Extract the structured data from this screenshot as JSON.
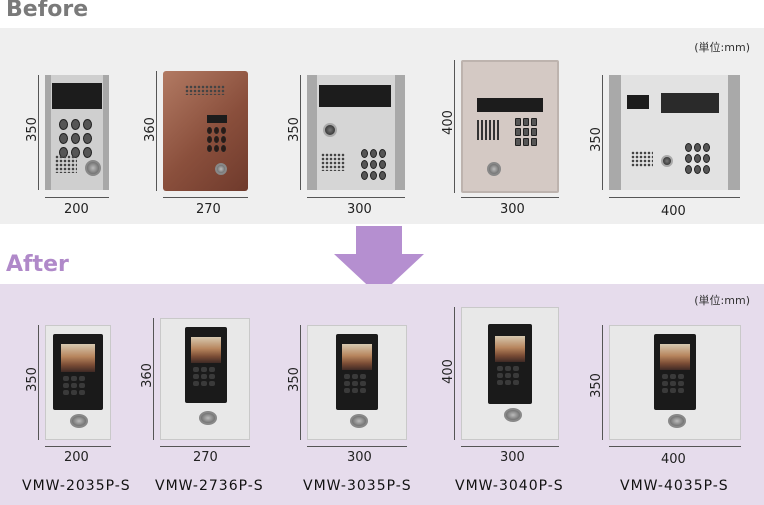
{
  "before": {
    "heading": "Before",
    "unit": "(単位:mm)",
    "panels": [
      {
        "width": "200",
        "height": "350"
      },
      {
        "width": "270",
        "height": "360"
      },
      {
        "width": "300",
        "height": "350"
      },
      {
        "width": "300",
        "height": "400"
      },
      {
        "width": "400",
        "height": "350"
      }
    ]
  },
  "after": {
    "heading": "After",
    "unit": "(単位:mm)",
    "panels": [
      {
        "width": "200",
        "height": "350",
        "model": "VMW-2035P-S"
      },
      {
        "width": "270",
        "height": "360",
        "model": "VMW-2736P-S"
      },
      {
        "width": "300",
        "height": "350",
        "model": "VMW-3035P-S"
      },
      {
        "width": "300",
        "height": "400",
        "model": "VMW-3040P-S"
      },
      {
        "width": "400",
        "height": "350",
        "model": "VMW-4035P-S"
      }
    ]
  },
  "colors": {
    "before_band": "#efefef",
    "after_band": "#e6dcec",
    "arrow": "#b58fd0",
    "after_heading": "#b089c9"
  },
  "icons": {
    "arrow": "down-arrow-icon"
  }
}
